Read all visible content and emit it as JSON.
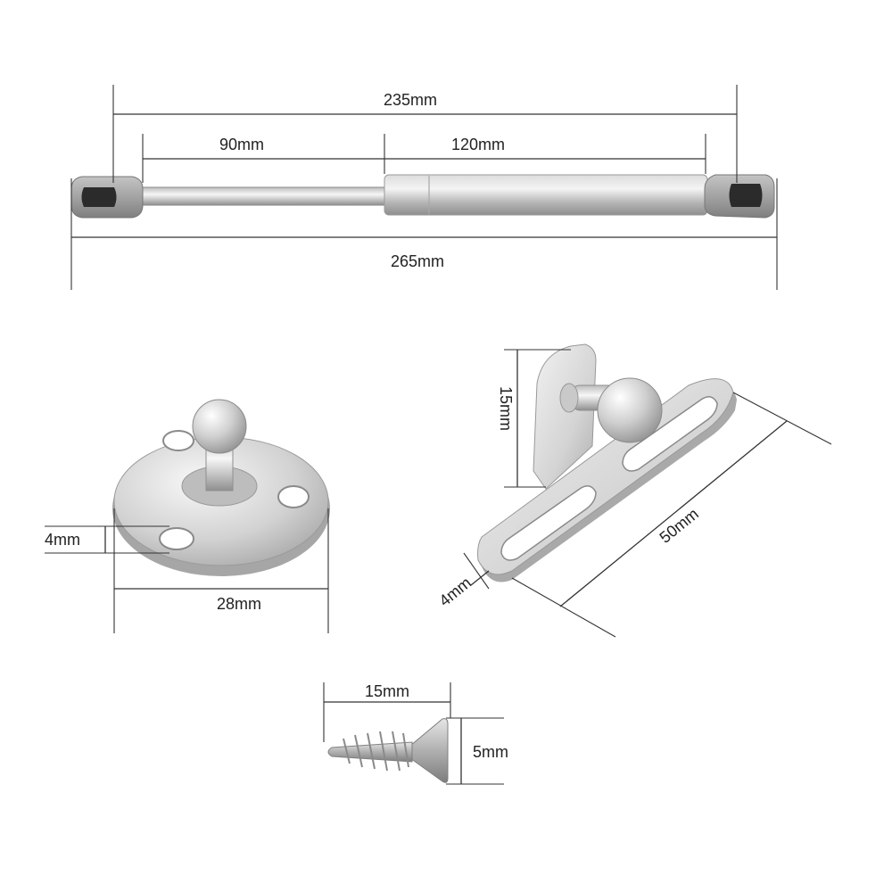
{
  "dimensions": {
    "strut_compressed_length": "235mm",
    "strut_rod_length": "90mm",
    "strut_body_length": "120mm",
    "strut_extended_length": "265mm",
    "ball_stud_thickness": "4mm",
    "ball_stud_diameter": "28mm",
    "bracket_height": "15mm",
    "bracket_length": "50mm",
    "bracket_thickness": "4mm",
    "screw_length": "15mm",
    "screw_head_diameter": "5mm"
  },
  "colors": {
    "metal_light": "#eeeeee",
    "metal_mid": "#b9b9b9",
    "metal_dark": "#8a8a8a",
    "end_fitting": "#9c9c9c",
    "line": "#333333"
  }
}
